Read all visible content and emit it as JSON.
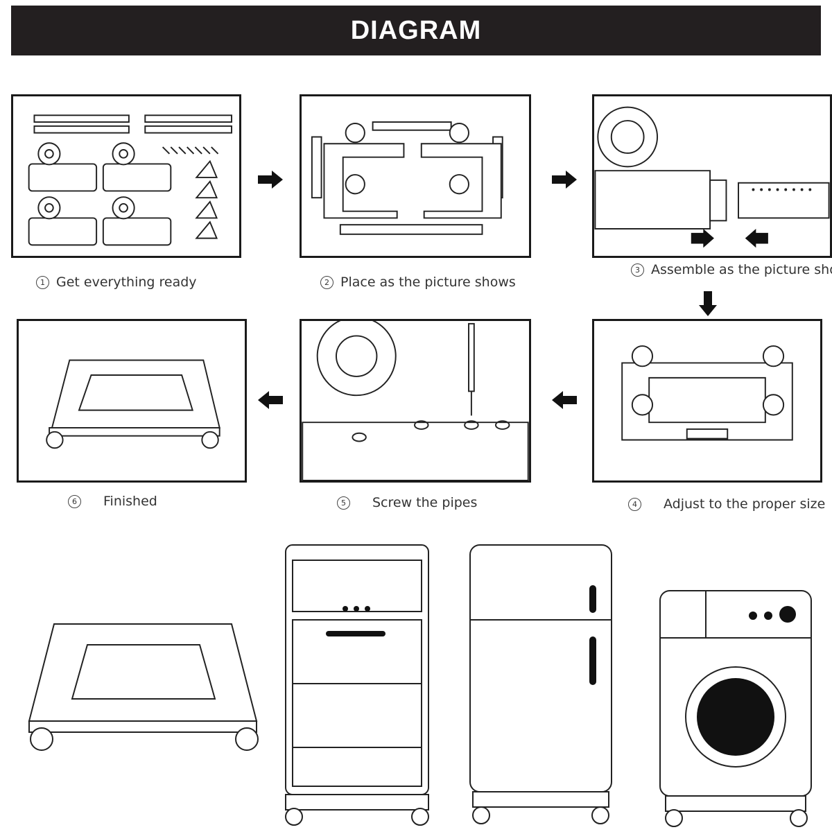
{
  "header": {
    "title": "DIAGRAM"
  },
  "steps": [
    {
      "num": "1",
      "label": "Get everything ready"
    },
    {
      "num": "2",
      "label": "Place as the picture shows"
    },
    {
      "num": "3",
      "label": "Assemble as the picture show"
    },
    {
      "num": "4",
      "label": "Adjust to the proper size"
    },
    {
      "num": "5",
      "label": "Screw the pipes"
    },
    {
      "num": "6",
      "label": "Finished"
    }
  ],
  "colors": {
    "ink": "#231f20",
    "paper": "#ffffff"
  }
}
